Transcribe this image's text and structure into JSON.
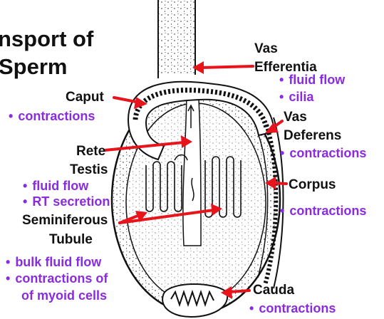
{
  "title_line1": "nsport of",
  "title_line2": "Sperm",
  "labels": {
    "caput": "Caput",
    "rete_line1": "Rete",
    "rete_line2": "Testis",
    "seminiferous_line1": "Seminiferous",
    "seminiferous_line2": "Tubule",
    "vas_efferentia_line1": "Vas",
    "vas_efferentia_line2": "Efferentia",
    "vas_deferens_line1": "Vas",
    "vas_deferens_line2": "Deferens",
    "corpus": "Corpus",
    "cauda": "Cauda"
  },
  "mechanisms": {
    "caput": [
      "contractions"
    ],
    "rete_testis": [
      "fluid flow",
      "RT secretion"
    ],
    "seminiferous_tubule": [
      "bulk fluid flow",
      "contractions of",
      "of myoid cells"
    ],
    "vas_efferentia": [
      "fluid flow",
      "cilia"
    ],
    "vas_deferens": [
      "contractions"
    ],
    "corpus": [
      "contractions"
    ],
    "cauda": [
      "contractions"
    ]
  },
  "bullet": "•",
  "colors": {
    "label_text": "#111111",
    "mechanism_text": "#8a2be2",
    "arrow": "#e8141c",
    "drawing": "#111111"
  }
}
